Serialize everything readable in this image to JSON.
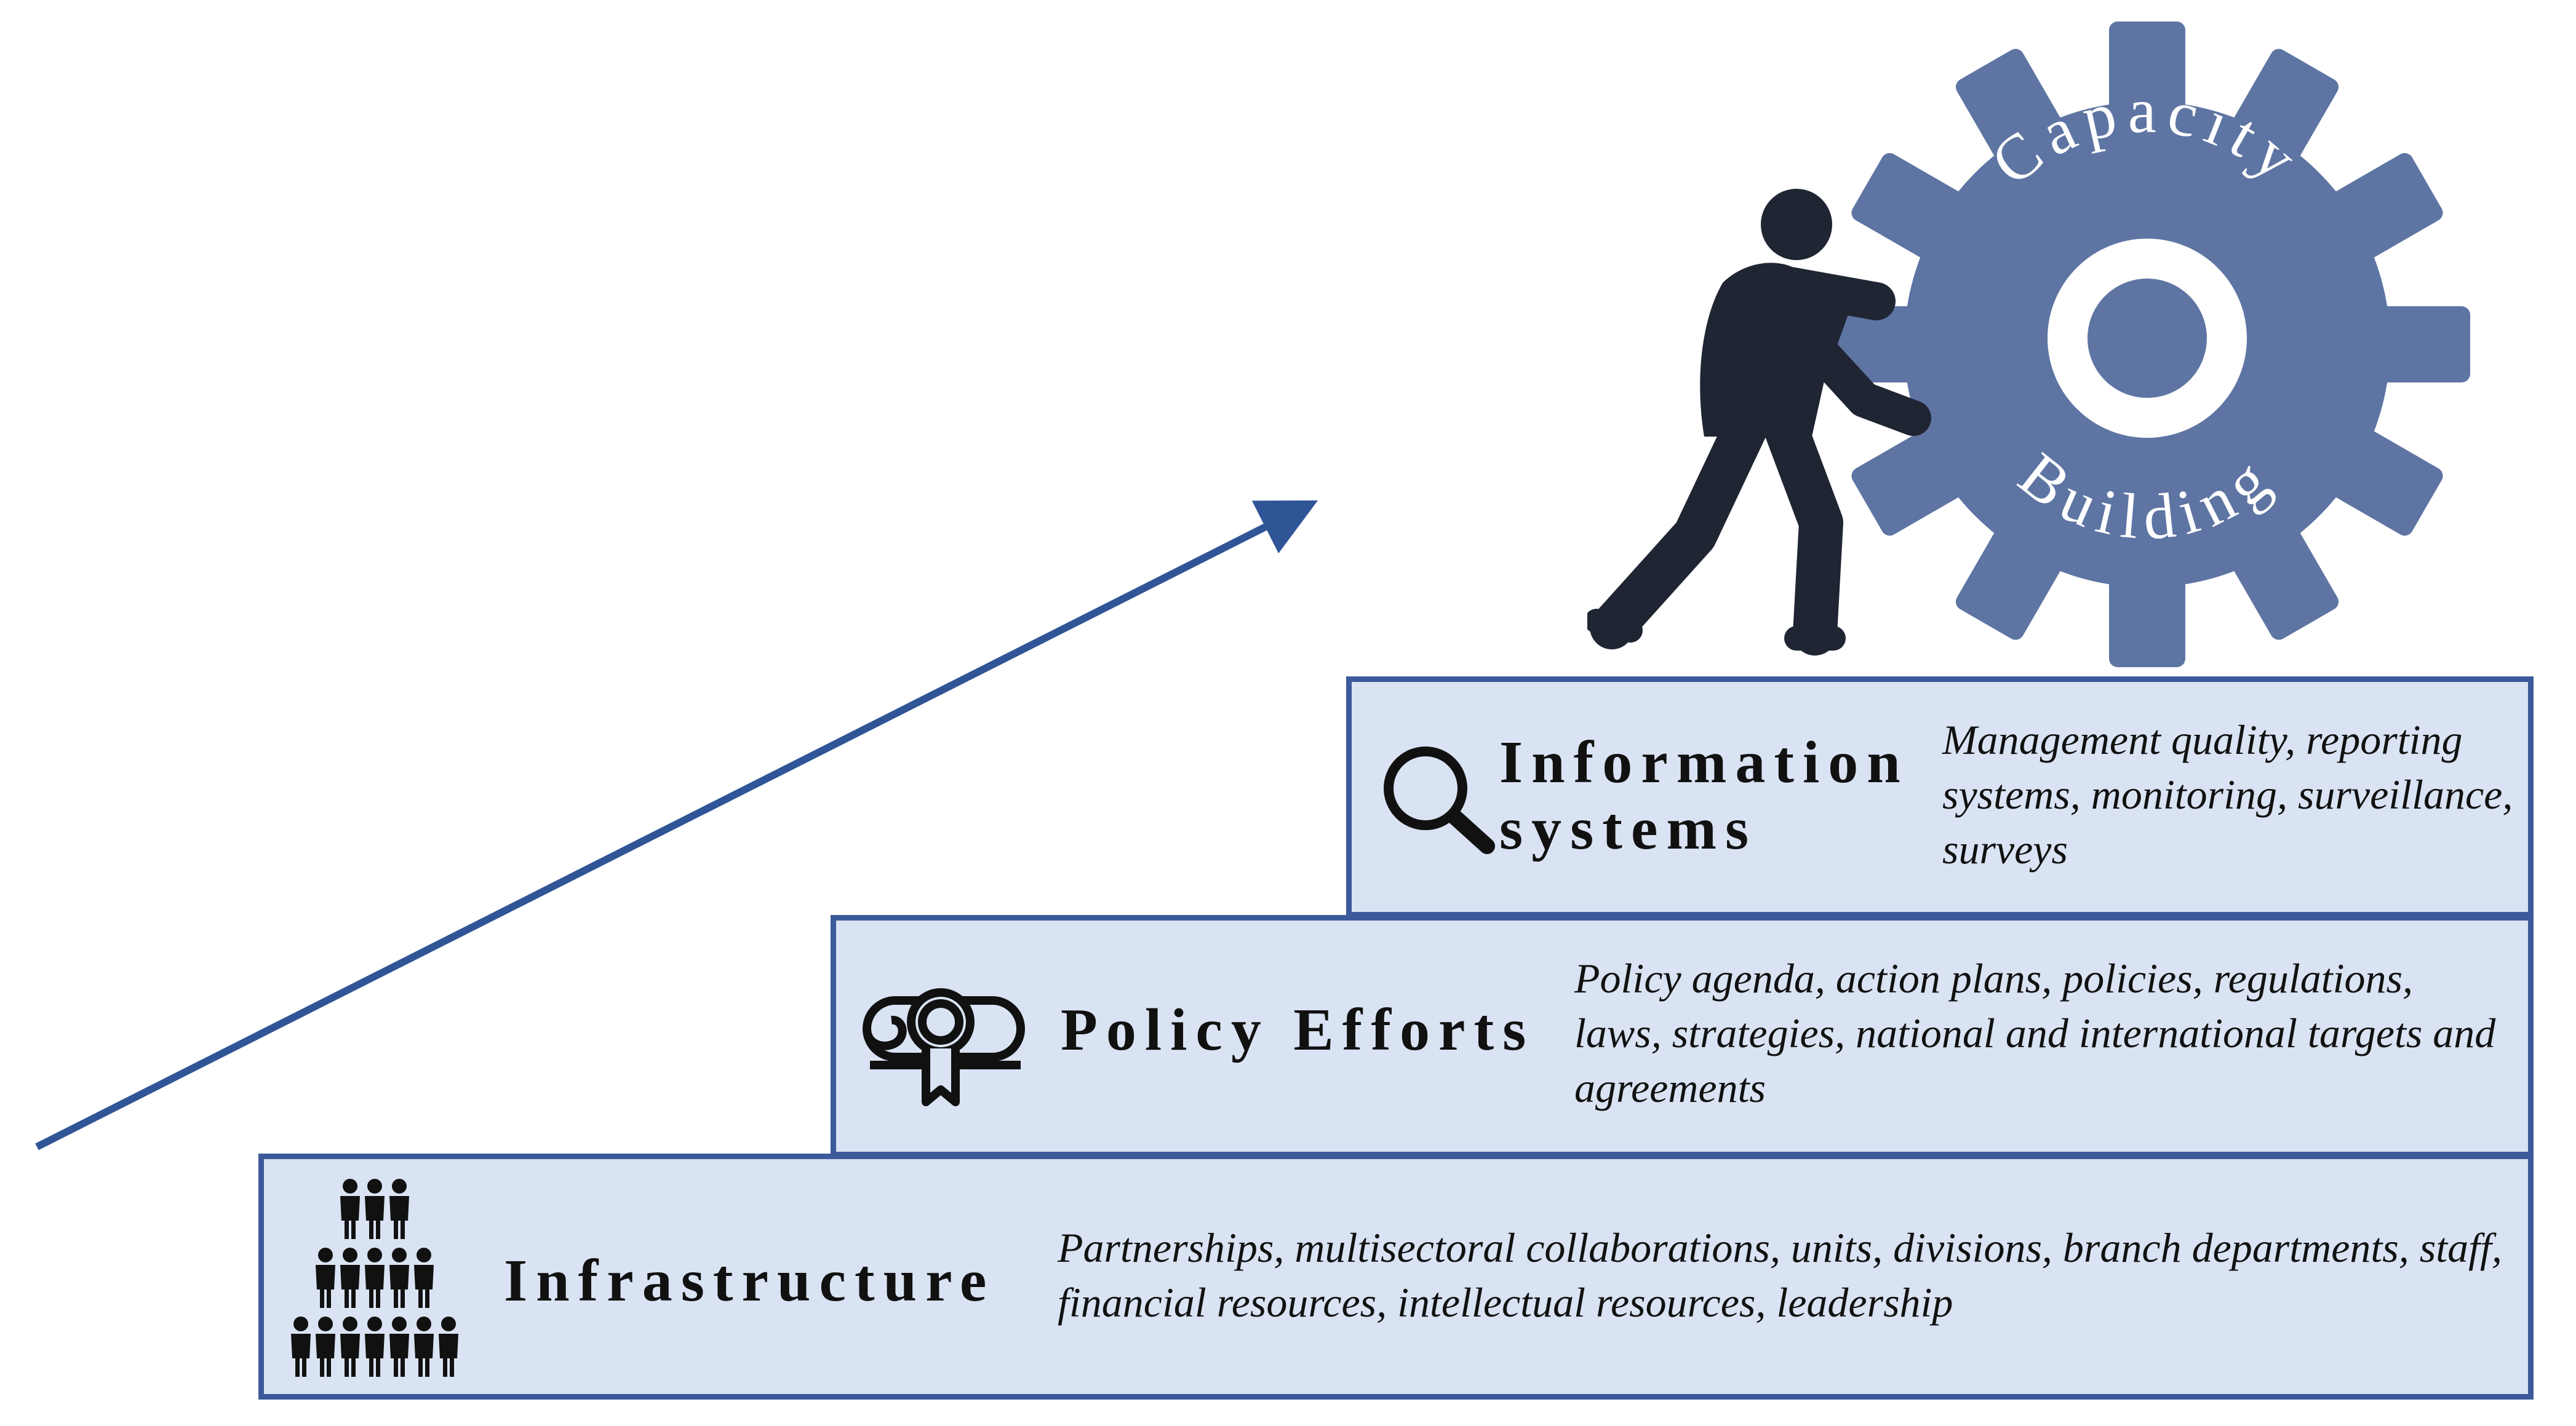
{
  "gear": {
    "top_label": "Capacity",
    "bottom_label": "Building",
    "color": "#5e75a3"
  },
  "figure_color": "#202533",
  "arrow_color": "#2f5597",
  "steps": [
    {
      "title_lines": [
        "Information",
        "systems"
      ],
      "description": "Management quality, reporting systems, monitoring, surveillance, surveys",
      "icon": "magnifying-glass-icon"
    },
    {
      "title_lines": [
        "Policy Efforts"
      ],
      "description": "Policy agenda, action plans, policies, regulations, laws, strategies, national and international targets and agreements",
      "icon": "policy-scroll-ribbon-icon"
    },
    {
      "title_lines": [
        "Infrastructure"
      ],
      "description": "Partnerships, multisectoral collaborations, units, divisions, branch departments, staff, financial resources, intellectual resources, leadership",
      "icon": "people-pyramid-icon"
    }
  ],
  "colors": {
    "box_fill": "#dae3f3",
    "box_border": "#3c5a9a"
  }
}
